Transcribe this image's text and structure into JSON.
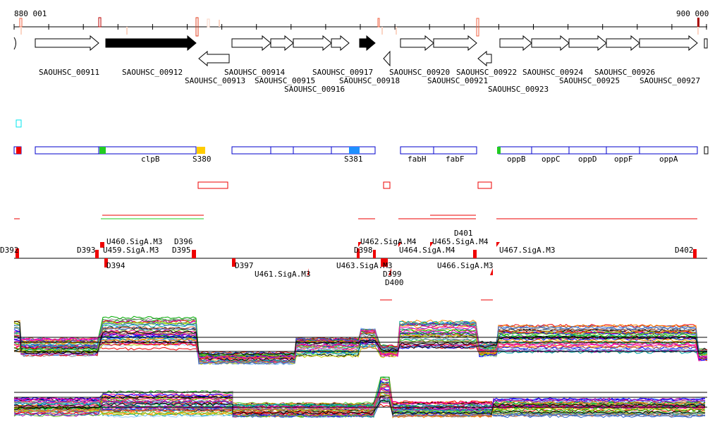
{
  "ruler": {
    "start_label": "880 001",
    "end_label": "900 000"
  },
  "genes": [
    {
      "label": "SAOUHSC_00911"
    },
    {
      "label": "SAOUHSC_00912"
    },
    {
      "label": "SAOUHSC_00913"
    },
    {
      "label": "SAOUHSC_00914"
    },
    {
      "label": "SAOUHSC_00915"
    },
    {
      "label": "SAOUHSC_00916"
    },
    {
      "label": "SAOUHSC_00917"
    },
    {
      "label": "SAOUHSC_00918"
    },
    {
      "label": "SAOUHSC_00920"
    },
    {
      "label": "SAOUHSC_00921"
    },
    {
      "label": "SAOUHSC_00922"
    },
    {
      "label": "SAOUHSC_00923"
    },
    {
      "label": "SAOUHSC_00924"
    },
    {
      "label": "SAOUHSC_00925"
    },
    {
      "label": "SAOUHSC_00926"
    },
    {
      "label": "SAOUHSC_00927"
    }
  ],
  "annotations": [
    "clpB",
    "S380",
    "S381",
    "fabH",
    "fabF",
    "oppB",
    "oppC",
    "oppD",
    "oppF",
    "oppA"
  ],
  "sites_above": [
    "D392",
    "D393",
    "U459.SigA.M3",
    "U460.SigA.M3",
    "D395",
    "D396",
    "D398",
    "U462.SigA.M4",
    "U464.SigA.M4",
    "U465.SigA.M4",
    "D401",
    "U467.SigA.M3",
    "D402"
  ],
  "sites_below": [
    "D394",
    "D397",
    "U461.SigA.M3",
    "U463.SigA.M3",
    "D399",
    "D400",
    "U466.SigA.M3"
  ],
  "colors": {
    "site": "#ff0000",
    "green": "#22cc22",
    "annot_border": "#0000cc",
    "s380": "#ffcc00",
    "s381": "#1e90ff"
  }
}
